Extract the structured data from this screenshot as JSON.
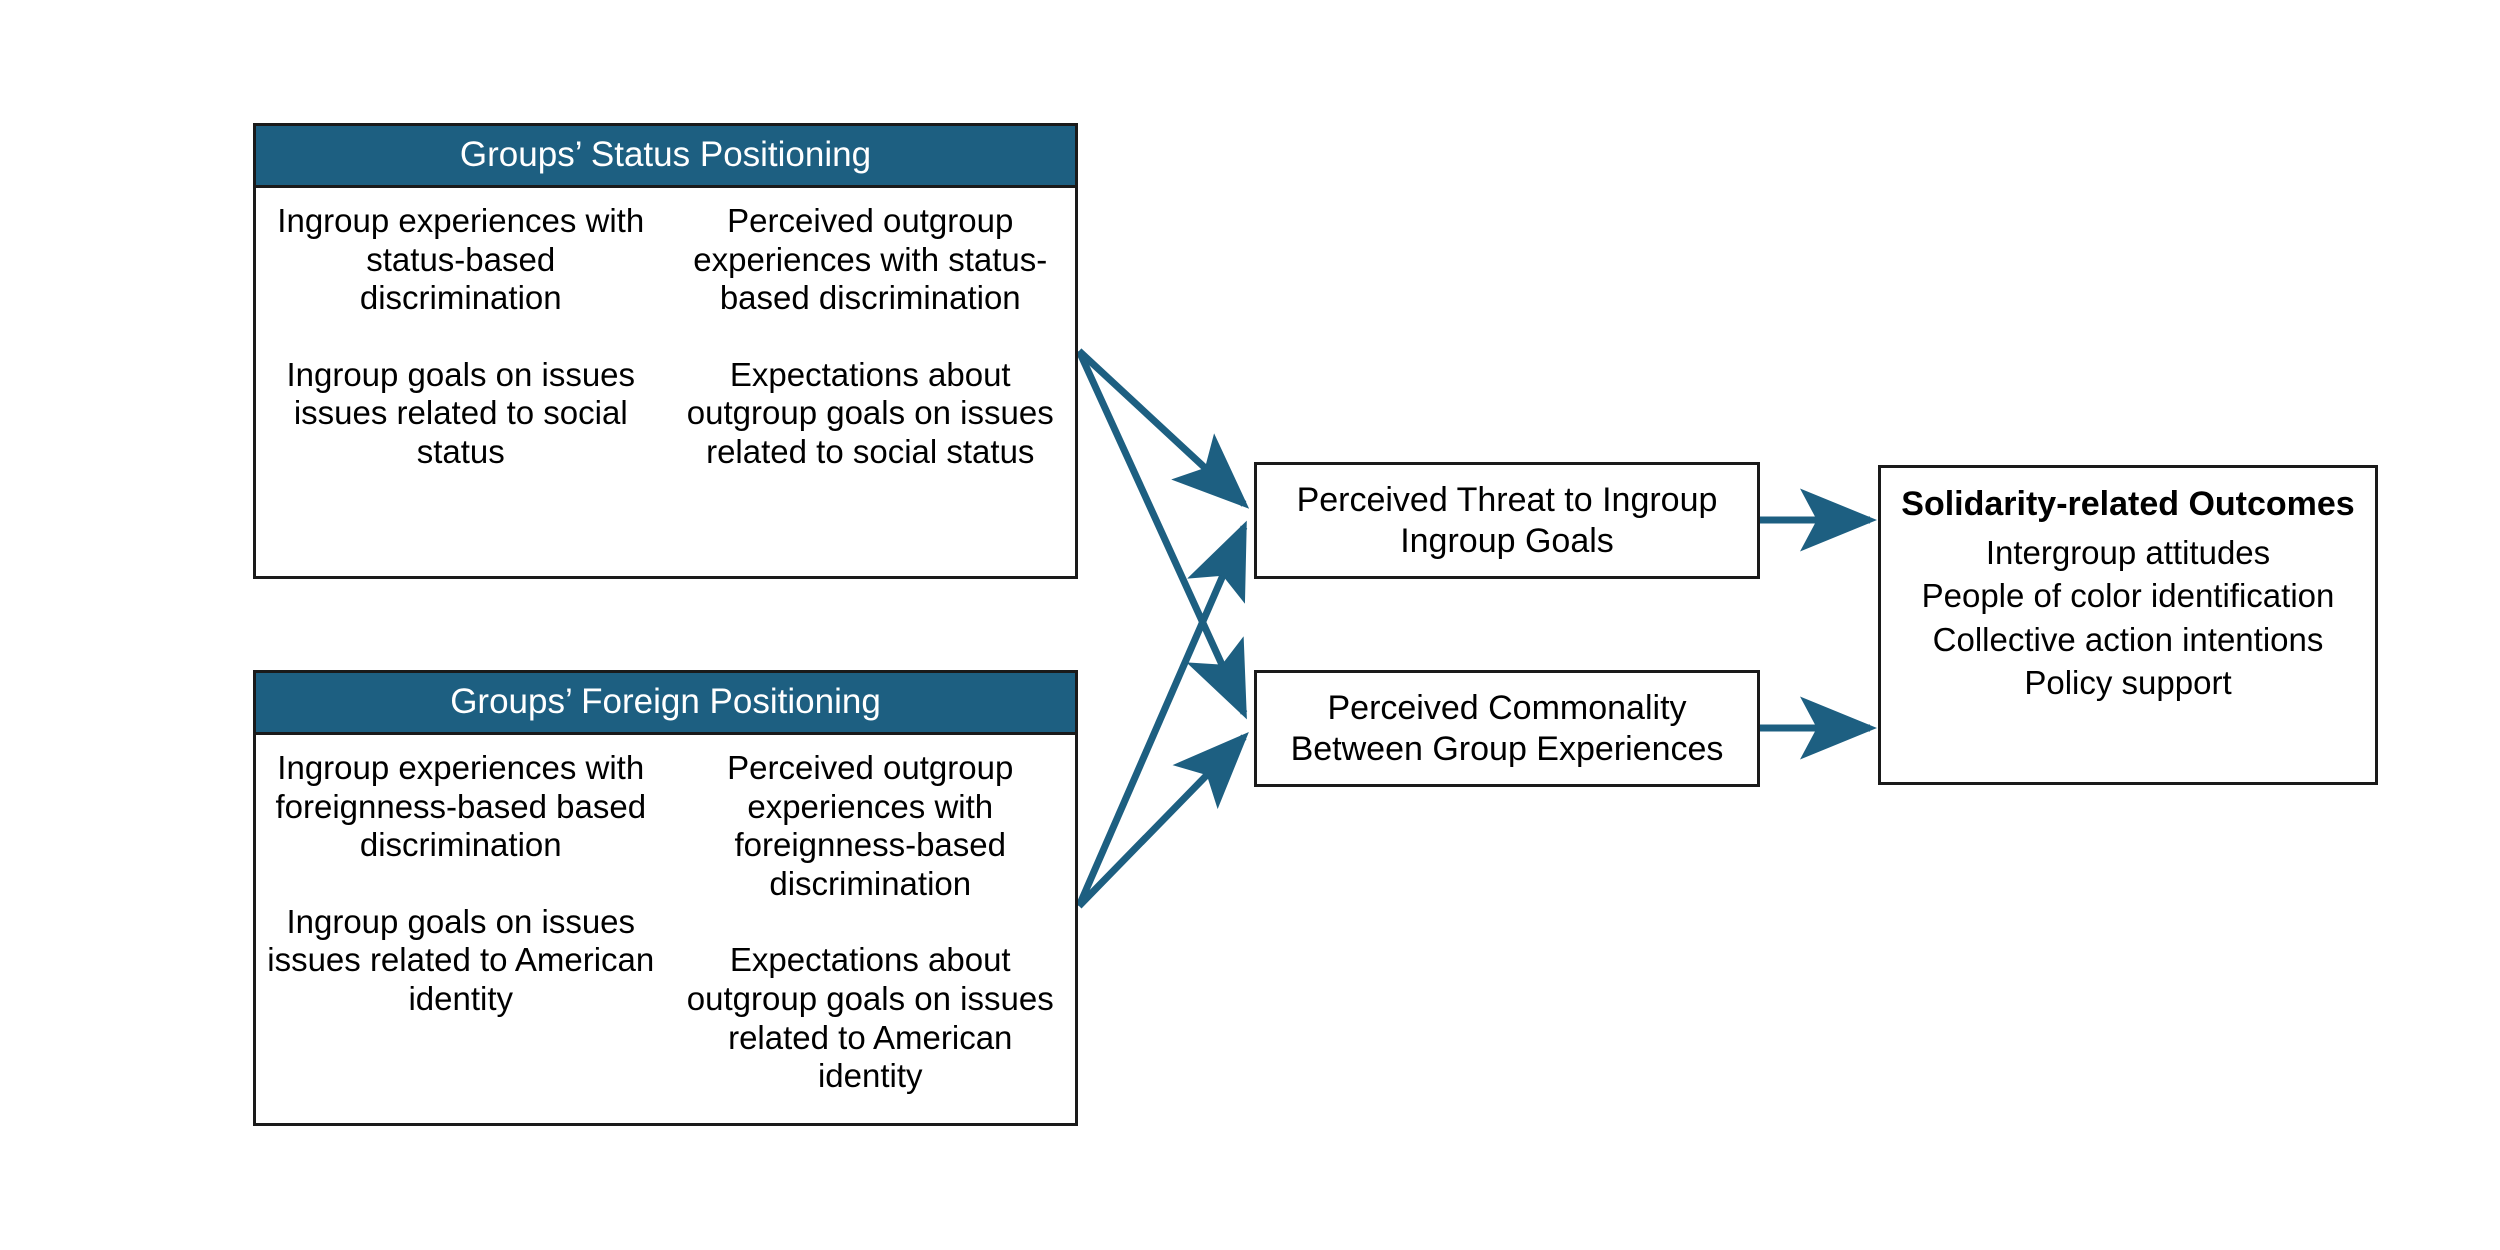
{
  "theme": {
    "header_fill": "#1d5f81",
    "arrow_color": "#1d5f81",
    "border_color": "#1a1a1a",
    "text_color": "#000000",
    "background": "#ffffff"
  },
  "panels": {
    "status": {
      "title": "Groups’ Status Positioning",
      "left_column": [
        "Ingroup experiences with status-based discrimination",
        "Ingroup goals on issues issues related to social status"
      ],
      "right_column": [
        "Perceived outgroup experiences with status-based discrimination",
        "Expectations about outgroup goals on issues related to social status"
      ]
    },
    "foreign": {
      "title": "Groups’ Foreign Positioning",
      "left_column": [
        "Ingroup experiences with foreignness-based based discrimination",
        "Ingroup goals on issues issues related to American identity"
      ],
      "right_column": [
        "Perceived outgroup experiences with foreignness-based discrimination",
        "Expectations about outgroup goals on issues related to American identity"
      ]
    }
  },
  "mediators": {
    "threat": "Perceived Threat to Ingroup Ingroup Goals",
    "commonality": "Perceived Commonality Between Group Experiences"
  },
  "outcomes": {
    "title": "Solidarity-related Outcomes",
    "items": [
      "Intergroup attitudes",
      "People of color identification",
      "Collective action intentions",
      "Policy support"
    ]
  },
  "connections": [
    {
      "from": "status",
      "to": "threat",
      "label": ""
    },
    {
      "from": "status",
      "to": "commonality",
      "label": ""
    },
    {
      "from": "foreign",
      "to": "threat",
      "label": ""
    },
    {
      "from": "foreign",
      "to": "commonality",
      "label": ""
    },
    {
      "from": "threat",
      "to": "outcomes",
      "label": ""
    },
    {
      "from": "commonality",
      "to": "outcomes",
      "label": ""
    }
  ]
}
